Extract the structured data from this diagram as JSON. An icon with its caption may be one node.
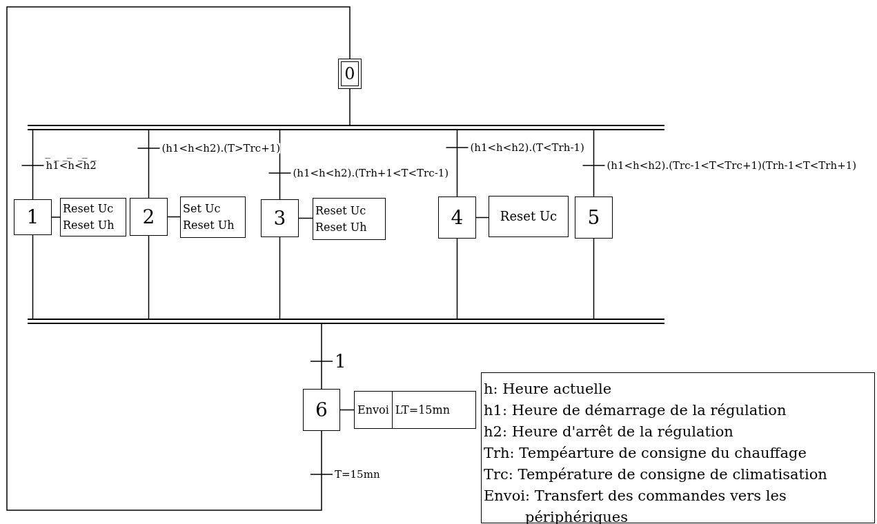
{
  "diagram": {
    "nodes": [
      {
        "text": [
          "0"
        ]
      },
      {
        "text": [],
        "shape": "bar"
      },
      {
        "text": [
          "1"
        ]
      },
      {
        "text": [
          "Reset Uc",
          "Reset Uh"
        ]
      },
      {
        "text": [
          "2"
        ]
      },
      {
        "text": [
          "Set Uc",
          "Reset Uh"
        ]
      },
      {
        "text": [
          "3"
        ]
      },
      {
        "text": [
          "Reset Uc",
          "Reset Uh"
        ]
      },
      {
        "text": [
          "4"
        ]
      },
      {
        "text": [
          "Reset Uc"
        ]
      },
      {
        "text": [
          "5"
        ]
      },
      {
        "text": [],
        "shape": "bar"
      },
      {
        "text": [
          "6"
        ]
      },
      {
        "text": [
          "Envoi",
          "LT=15mn"
        ]
      },
      {
        "text": [
          "h: Heure actuelle",
          "h1: Heure de démarrage de la régulation",
          "h2: Heure d'arrêt de la régulation",
          "Trh: Tempéarture de consigne du chauffage",
          "Trc: Température de consigne de climatisation",
          "Envoi: Transfert des commandes vers les périphériques"
        ]
      }
    ],
    "edges": [
      {
        "from": 0,
        "to": 1,
        "arrow": "none"
      },
      {
        "from": 1,
        "to": 2,
        "arrow": "none",
        "label": "h̅1̅<̅h̅<̅h̅2̅"
      },
      {
        "from": 1,
        "to": 4,
        "arrow": "none",
        "label": "(h1<h<h2).(T>Trc+1)"
      },
      {
        "from": 1,
        "to": 6,
        "arrow": "none",
        "label": "(h1<h<h2).(Trh+1<T<Trc-1)"
      },
      {
        "from": 1,
        "to": 8,
        "arrow": "none",
        "label": "(h1<h<h2).(T<Trh-1)"
      },
      {
        "from": 1,
        "to": 10,
        "arrow": "none",
        "label": "(h1<h<h2).(Trc-1<T<Trc+1)(Trh-1<T<Trh+1)"
      },
      {
        "from": 2,
        "to": 3,
        "arrow": "none"
      },
      {
        "from": 4,
        "to": 5,
        "arrow": "none"
      },
      {
        "from": 6,
        "to": 7,
        "arrow": "none"
      },
      {
        "from": 8,
        "to": 9,
        "arrow": "none"
      },
      {
        "from": 2,
        "to": 11,
        "arrow": "none"
      },
      {
        "from": 4,
        "to": 11,
        "arrow": "none"
      },
      {
        "from": 6,
        "to": 11,
        "arrow": "none"
      },
      {
        "from": 8,
        "to": 11,
        "arrow": "none"
      },
      {
        "from": 10,
        "to": 11,
        "arrow": "none"
      },
      {
        "from": 11,
        "to": 12,
        "arrow": "none",
        "label": "1"
      },
      {
        "from": 12,
        "to": 13,
        "arrow": "none"
      },
      {
        "from": 12,
        "to": 0,
        "arrow": "none",
        "label": "T=15mn"
      }
    ]
  }
}
